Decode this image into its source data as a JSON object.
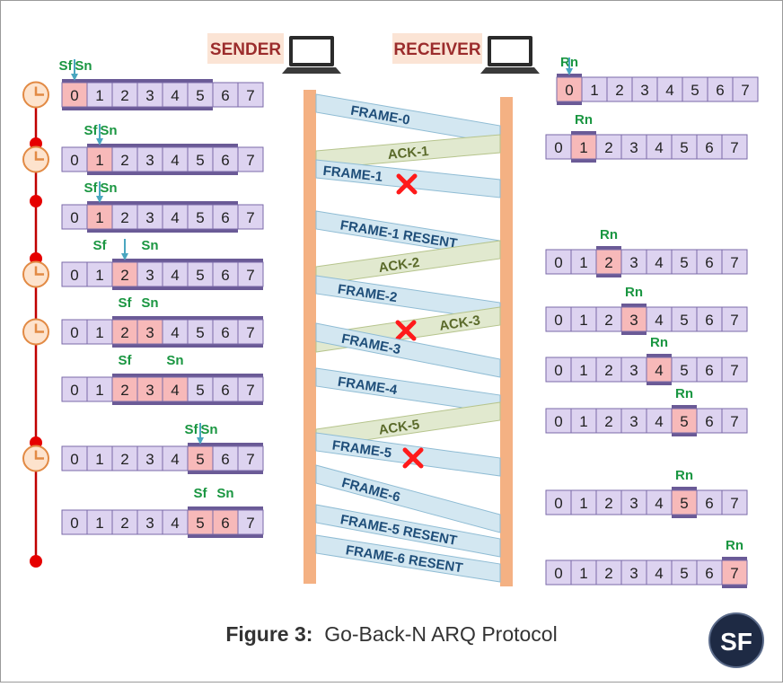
{
  "labels": {
    "sender": "SENDER",
    "receiver": "RECEIVER",
    "sf": "Sf",
    "sn": "Sn",
    "rn": "Rn"
  },
  "caption": {
    "prefix": "Figure 3:",
    "text": "Go-Back-N ARQ Protocol"
  },
  "logo": {
    "text": "SF"
  },
  "sequence_numbers": [
    "0",
    "1",
    "2",
    "3",
    "4",
    "5",
    "6",
    "7"
  ],
  "colors": {
    "cell_fill": "#ddd3f0",
    "cell_stroke": "#7a6aa8",
    "highlight": "#f7b9b9",
    "window_bar": "#6a5a96",
    "frame_band": "#d3e7f1",
    "frame_text": "#1f4e79",
    "ack_band": "#e1e9cf",
    "ack_text": "#5a6a2a",
    "timeline_post": "#f4b183",
    "marker_green": "#1a9641",
    "arrow_teal": "#4aa6c0",
    "lost_red": "#ff1a1a",
    "timeline_red": "#c00000",
    "label_box": "#fbe4d5",
    "label_text": "#9b2c2c"
  },
  "sender_rows": [
    {
      "highlight": [
        0
      ],
      "window": [
        0,
        5
      ],
      "markers": [
        {
          "text": "Sf",
          "cell": 0
        },
        {
          "text": "Sn",
          "cell": 0
        }
      ],
      "arrow": true,
      "clock": true,
      "dot": false
    },
    {
      "highlight": [
        1
      ],
      "window": [
        1,
        6
      ],
      "markers": [
        {
          "text": "Sf",
          "cell": 1
        },
        {
          "text": "Sn",
          "cell": 1
        }
      ],
      "arrow": true,
      "clock": true,
      "dot": true
    },
    {
      "highlight": [
        1
      ],
      "window": [
        1,
        6
      ],
      "markers": [
        {
          "text": "Sf",
          "cell": 1
        },
        {
          "text": "Sn",
          "cell": 1
        }
      ],
      "arrow": true,
      "clock": false,
      "dot": true
    },
    {
      "highlight": [
        2
      ],
      "window": [
        2,
        7
      ],
      "markers": [
        {
          "text": "Sf",
          "cell": 1
        },
        {
          "text": "Sn",
          "cell": 3
        }
      ],
      "arrow": true,
      "clock": true,
      "dot": true
    },
    {
      "highlight": [
        2,
        3
      ],
      "window": [
        2,
        7
      ],
      "markers": [
        {
          "text": "Sf",
          "cell": 2
        },
        {
          "text": "Sn",
          "cell": 3
        }
      ],
      "arrow": false,
      "clock": true,
      "dot": false
    },
    {
      "highlight": [
        2,
        3,
        4
      ],
      "window": [
        2,
        7
      ],
      "markers": [
        {
          "text": "Sf",
          "cell": 2
        },
        {
          "text": "Sn",
          "cell": 4
        }
      ],
      "arrow": false,
      "clock": false,
      "dot": false
    },
    {
      "highlight": [
        5
      ],
      "window": [
        5,
        7
      ],
      "markers": [
        {
          "text": "Sf",
          "cell": 5
        },
        {
          "text": "Sn",
          "cell": 5
        }
      ],
      "arrow": true,
      "clock": true,
      "dot": true
    },
    {
      "highlight": [
        5,
        6
      ],
      "window": [
        5,
        7
      ],
      "markers": [
        {
          "text": "Sf",
          "cell": 5
        },
        {
          "text": "Sn",
          "cell": 6
        }
      ],
      "arrow": false,
      "clock": false,
      "dot": false
    }
  ],
  "receiver_rows": [
    {
      "rn": 0,
      "arrow": true
    },
    {
      "rn": 1,
      "arrow": false
    },
    {
      "rn": 2,
      "arrow": false
    },
    {
      "rn": 3,
      "arrow": false
    },
    {
      "rn": 4,
      "arrow": false
    },
    {
      "rn": 5,
      "arrow": false
    },
    {
      "rn": 5,
      "arrow": false
    },
    {
      "rn": 7,
      "arrow": false
    }
  ],
  "messages": [
    {
      "label": "FRAME-0",
      "kind": "frame",
      "direction": "right",
      "lost": false
    },
    {
      "label": "ACK-1",
      "kind": "ack",
      "direction": "left",
      "lost": false
    },
    {
      "label": "FRAME-1",
      "kind": "frame",
      "direction": "right",
      "lost": true
    },
    {
      "label": "FRAME-1 RESENT",
      "kind": "frame",
      "direction": "right",
      "lost": false
    },
    {
      "label": "ACK-2",
      "kind": "ack",
      "direction": "left",
      "lost": false
    },
    {
      "label": "FRAME-2",
      "kind": "frame",
      "direction": "right",
      "lost": false
    },
    {
      "label": "ACK-3",
      "kind": "ack",
      "direction": "left",
      "lost": true
    },
    {
      "label": "FRAME-3",
      "kind": "frame",
      "direction": "right",
      "lost": false
    },
    {
      "label": "FRAME-4",
      "kind": "frame",
      "direction": "right",
      "lost": false
    },
    {
      "label": "ACK-5",
      "kind": "ack",
      "direction": "left",
      "lost": false
    },
    {
      "label": "FRAME-5",
      "kind": "frame",
      "direction": "right",
      "lost": true
    },
    {
      "label": "FRAME-6",
      "kind": "frame",
      "direction": "right",
      "lost": false
    },
    {
      "label": "FRAME-5 RESENT",
      "kind": "frame",
      "direction": "right",
      "lost": false
    },
    {
      "label": "FRAME-6 RESENT",
      "kind": "frame",
      "direction": "right",
      "lost": false
    }
  ]
}
